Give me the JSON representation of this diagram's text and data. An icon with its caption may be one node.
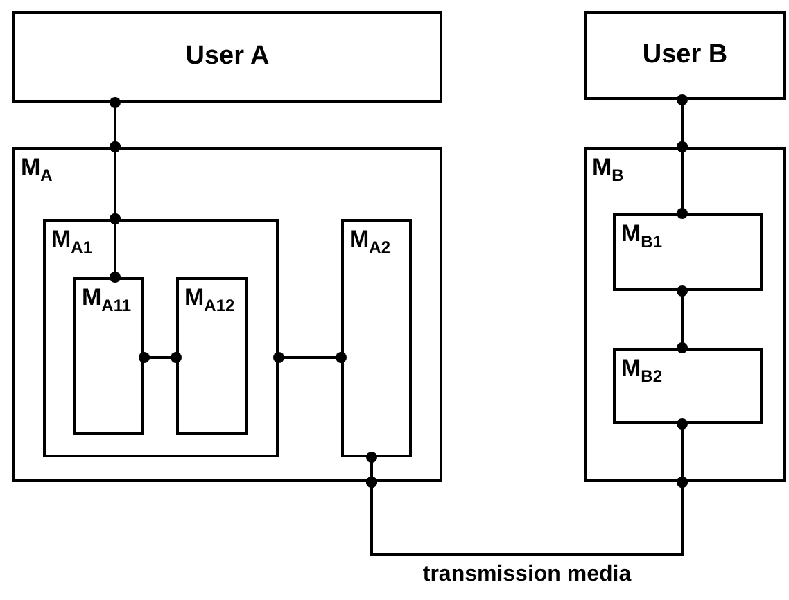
{
  "diagram": {
    "nodes": [
      {
        "text": [
          "User A"
        ]
      },
      {
        "text": [
          "User B"
        ]
      },
      {
        "text": [
          "M$_{A}$"
        ]
      },
      {
        "text": [
          "M$_{A1}$"
        ],
        "in": 2
      },
      {
        "text": [
          "M$_{A11}$"
        ],
        "in": 3
      },
      {
        "text": [
          "M$_{A12}$"
        ],
        "in": 3
      },
      {
        "text": [
          "M$_{A2}$"
        ],
        "in": 2
      },
      {
        "text": [
          "M$_{B}$"
        ]
      },
      {
        "text": [
          "M$_{B1}$"
        ],
        "in": 7
      },
      {
        "text": [
          "M$_{B2}$"
        ],
        "in": 7
      }
    ],
    "edges": [
      {
        "from": 0,
        "to": 2,
        "arrow": "other"
      },
      {
        "from": 2,
        "to": 3,
        "arrow": "other"
      },
      {
        "from": 3,
        "to": 4,
        "arrow": "other"
      },
      {
        "from": 4,
        "to": 5,
        "arrow": "other"
      },
      {
        "from": 3,
        "to": 6,
        "arrow": "other"
      },
      {
        "from": 6,
        "to": 2,
        "arrow": "other"
      },
      {
        "from": 2,
        "to": 7,
        "arrow": "other",
        "label": "transmission media"
      },
      {
        "from": 1,
        "to": 7,
        "arrow": "other"
      },
      {
        "from": 7,
        "to": 8,
        "arrow": "other"
      },
      {
        "from": 8,
        "to": 9,
        "arrow": "other"
      },
      {
        "from": 9,
        "to": 7,
        "arrow": "other"
      }
    ]
  }
}
